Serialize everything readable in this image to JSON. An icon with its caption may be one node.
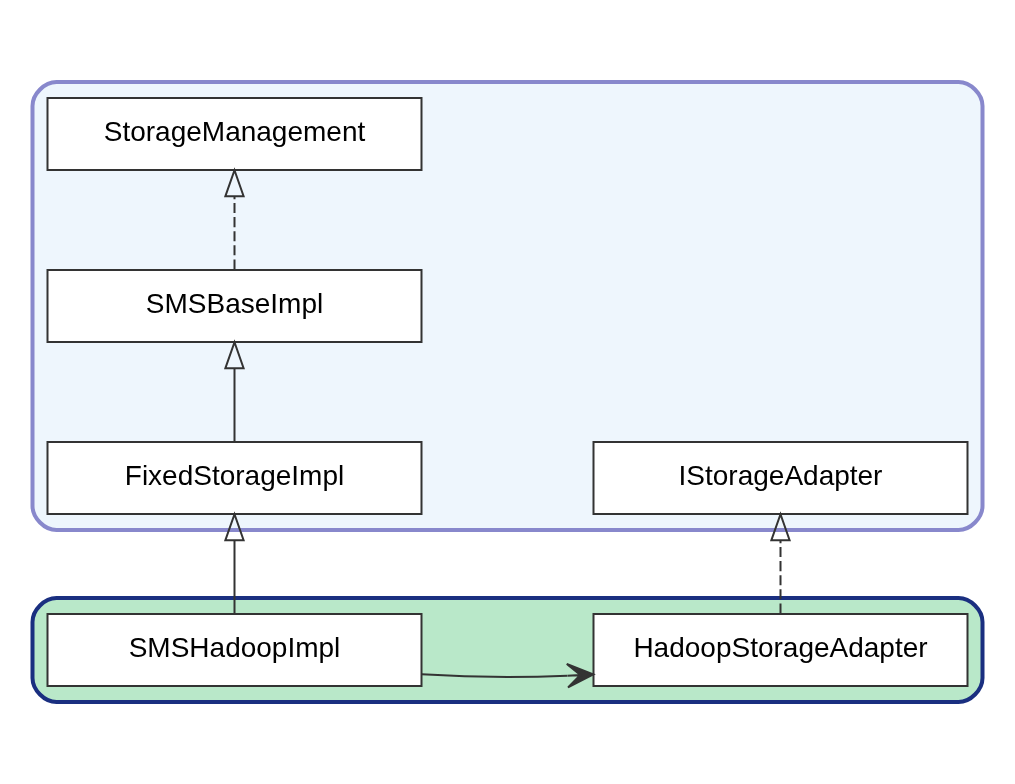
{
  "diagram": {
    "nodes": [
      {
        "text": [],
        "shape": "box"
      },
      {
        "text": [
          "StorageManagement"
        ],
        "in": 0
      },
      {
        "text": [
          "SMSBaseImpl"
        ],
        "in": 0
      },
      {
        "text": [
          "FixedStorageImpl"
        ],
        "in": 0
      },
      {
        "text": [
          "IStorageAdapter"
        ],
        "in": 0
      },
      {
        "text": [],
        "shape": "box"
      },
      {
        "text": [
          "SMSHadoopImpl"
        ],
        "in": 5
      },
      {
        "text": [
          "HadoopStorageAdapter"
        ],
        "in": 5
      }
    ],
    "edges": [
      {
        "from": 2,
        "to": 1,
        "arrow": "to",
        "style": "dashed"
      },
      {
        "from": 3,
        "to": 2,
        "arrow": "to"
      },
      {
        "from": 6,
        "to": 3,
        "arrow": "to"
      },
      {
        "from": 7,
        "to": 4,
        "arrow": "to",
        "style": "dashed"
      },
      {
        "from": 6,
        "to": 7,
        "arrow": "to"
      }
    ]
  }
}
